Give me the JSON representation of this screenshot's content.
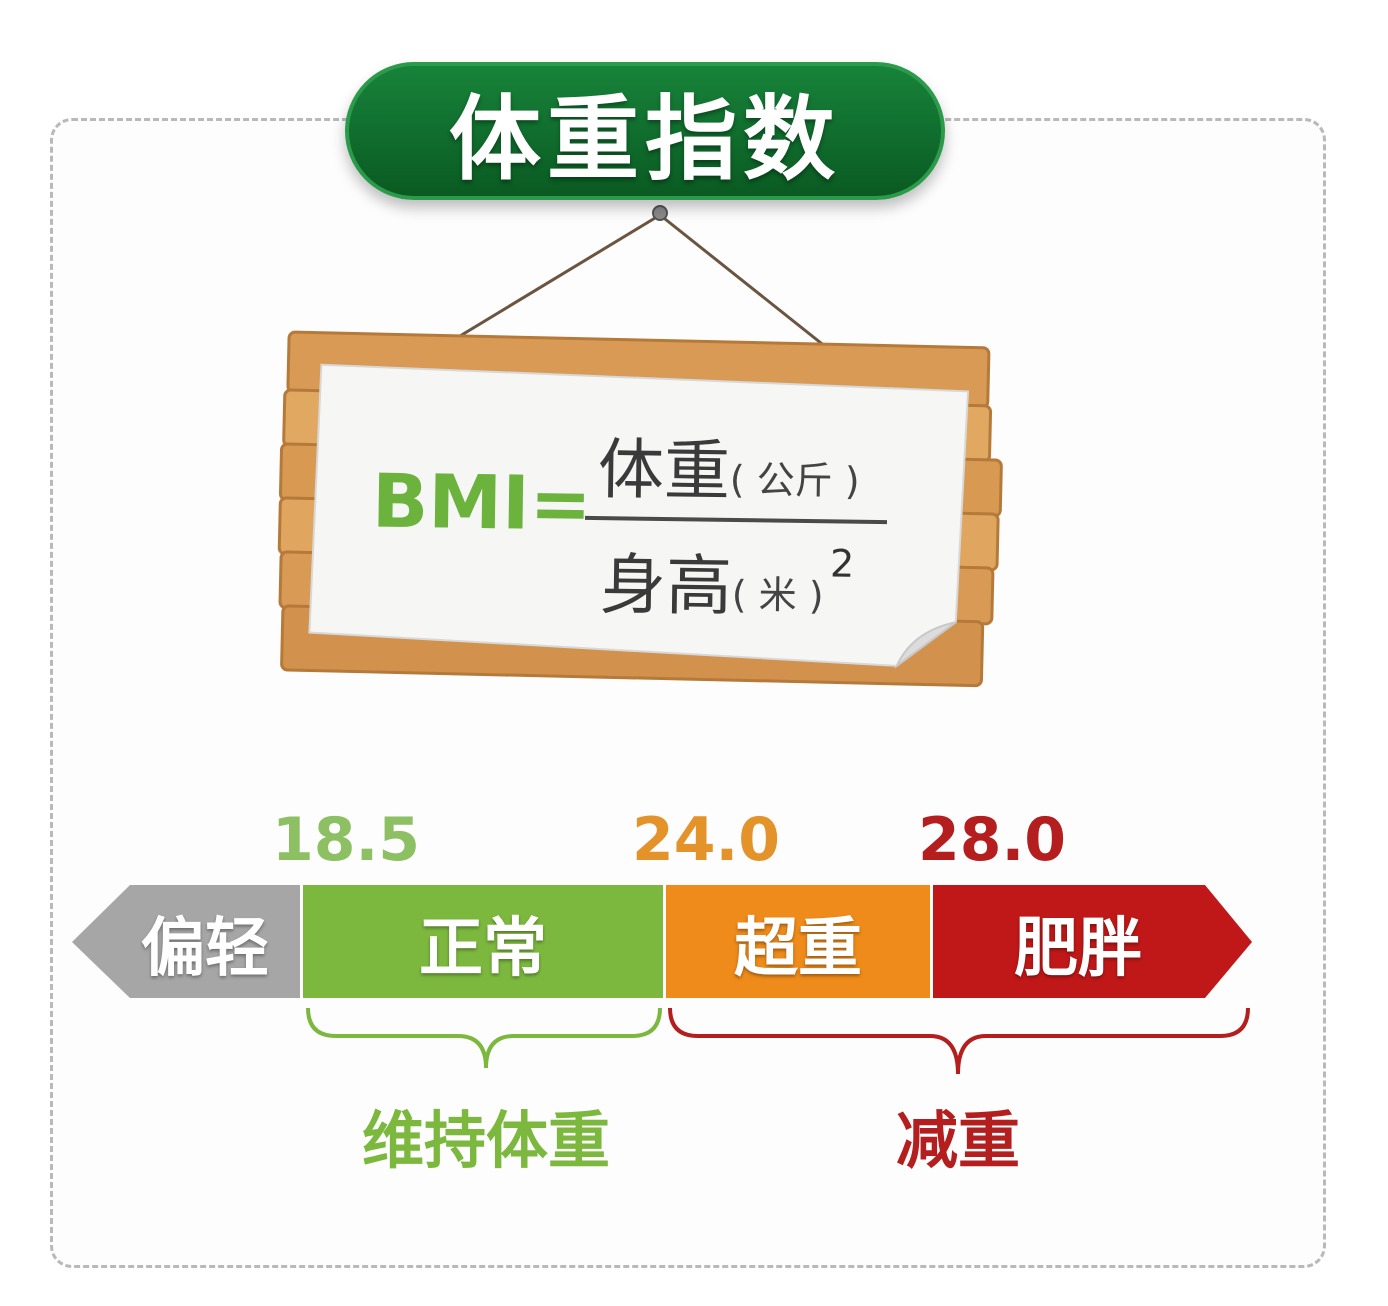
{
  "title": "体重指数",
  "formula": {
    "lhs": "BMI=",
    "numerator": "体重",
    "numerator_unit": "( 公斤 )",
    "denominator": "身高",
    "denominator_unit": "( 米 )",
    "exponent": "2"
  },
  "thresholds": [
    {
      "value": "18.5",
      "color": "#8cc063"
    },
    {
      "value": "24.0",
      "color": "#e3932a"
    },
    {
      "value": "28.0",
      "color": "#b41e1e"
    }
  ],
  "segments": [
    {
      "label": "偏轻",
      "color": "#a6a6a6"
    },
    {
      "label": "正常",
      "color": "#7cb83e"
    },
    {
      "label": "超重",
      "color": "#ef8b1a"
    },
    {
      "label": "肥胖",
      "color": "#c01818"
    }
  ],
  "groups": [
    {
      "label": "维持体重",
      "color": "#7cb83e"
    },
    {
      "label": "减重",
      "color": "#b41e1e"
    }
  ],
  "icons": [
    "hanging-nail-icon",
    "wooden-sign-icon",
    "curled-paper-corner-icon"
  ]
}
